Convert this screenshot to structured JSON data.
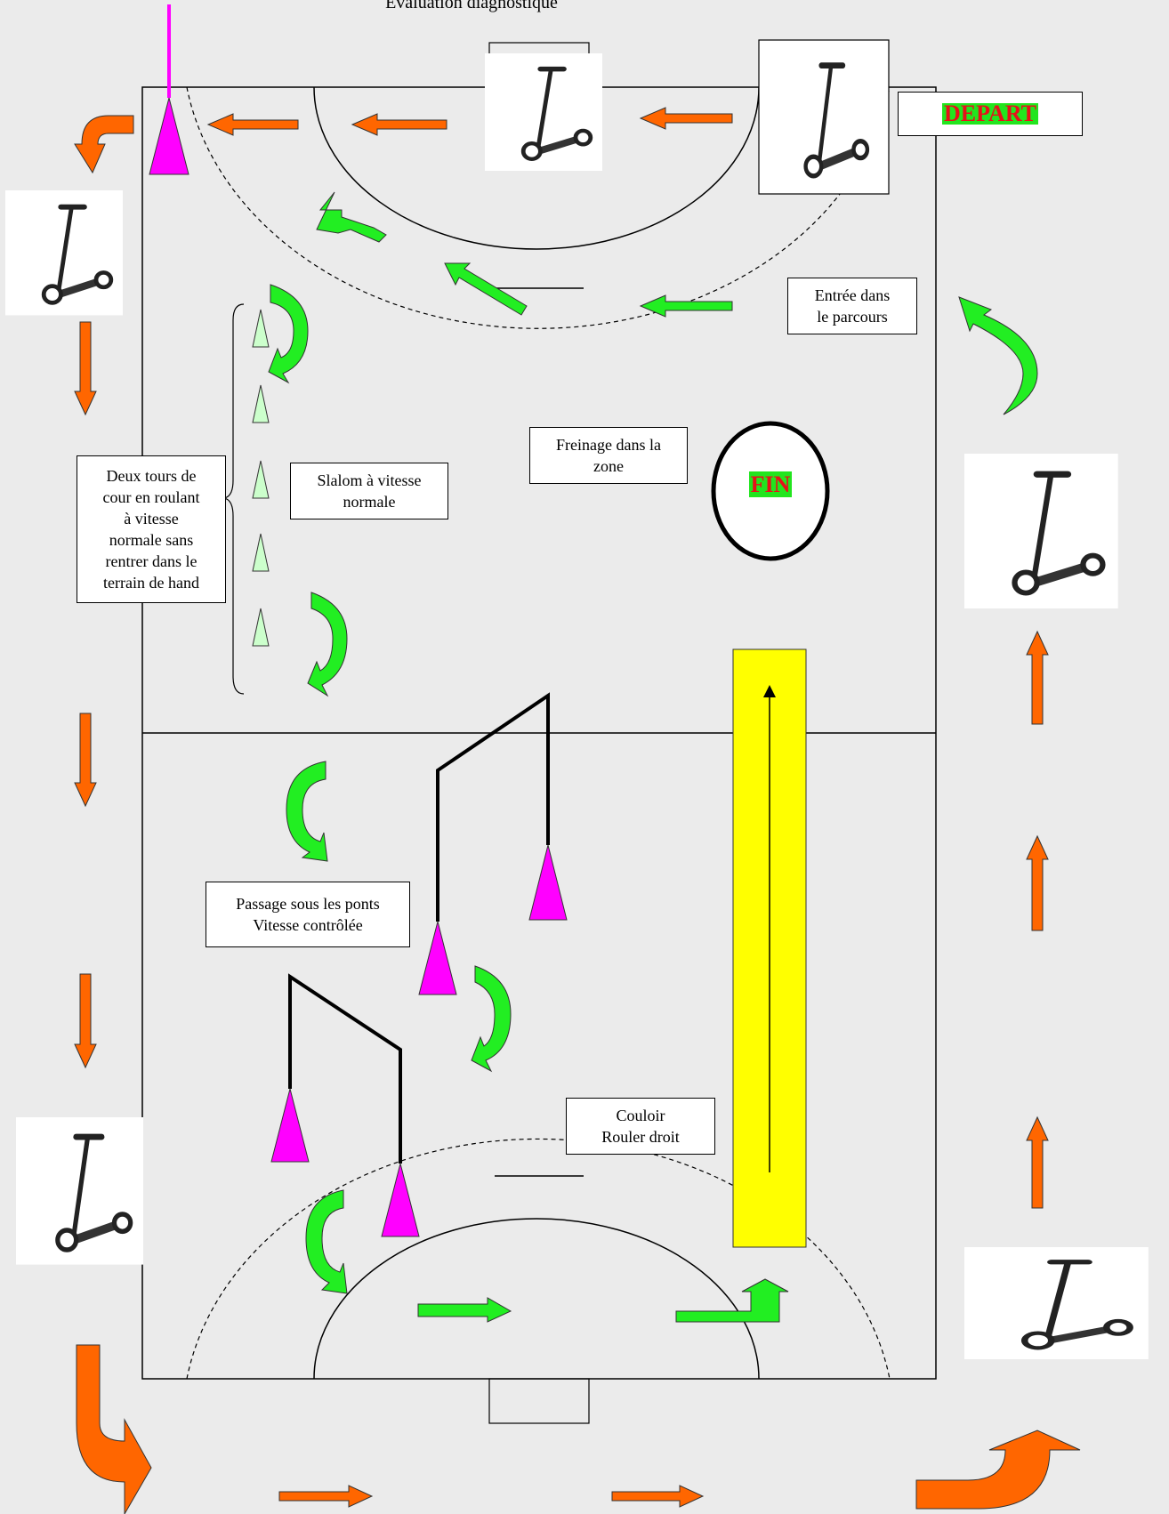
{
  "title": "Evaluation diagnostique",
  "labels": {
    "depart": "DEPART",
    "fin": "FIN",
    "entree": "Entrée dans\nle parcours",
    "freinage": "Freinage dans la\nzone",
    "slalom": "Slalom à vitesse\nnormale",
    "deux_tours": "Deux tours de\ncour  en roulant\nà vitesse\nnormale sans\nrentrer dans le\nterrain de hand",
    "passage": "Passage sous les ponts\nVitesse contrôlée",
    "couloir": "Couloir\nRouler droit"
  },
  "colors": {
    "background": "#ebebeb",
    "orange_arrow": "#ff6600",
    "green_arrow": "#22ee22",
    "dark_green_arrow": "#1aaa1a",
    "cone": "#ff00ff",
    "light_cone": "#ccffcc",
    "corridor": "#ffff00",
    "tag_text": "#e8101a",
    "tag_background": "#22e51e"
  },
  "icons": [
    "scooter-icon",
    "cone-icon",
    "arrow-icon",
    "curved-arrow-icon"
  ]
}
